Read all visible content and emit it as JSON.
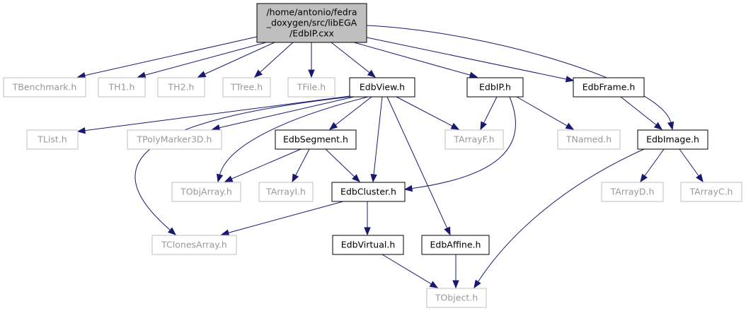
{
  "colors": {
    "edge": "#191970",
    "focus_fill": "#bfbfbf",
    "documented_border": "#000000",
    "documented_text": "#000000",
    "external_border": "#bfbfbf",
    "external_text": "#999999"
  },
  "nodes": [
    {
      "id": "EdbIP_cxx",
      "lines": [
        "/home/antonio/fedra",
        "_doxygen/src/libEGA",
        "/EdbIP.cxx"
      ],
      "kind": "focus"
    },
    {
      "id": "TBenchmark_h",
      "lines": [
        "TBenchmark.h"
      ],
      "kind": "external"
    },
    {
      "id": "TH1_h",
      "lines": [
        "TH1.h"
      ],
      "kind": "external"
    },
    {
      "id": "TH2_h",
      "lines": [
        "TH2.h"
      ],
      "kind": "external"
    },
    {
      "id": "TTree_h",
      "lines": [
        "TTree.h"
      ],
      "kind": "external"
    },
    {
      "id": "TFile_h",
      "lines": [
        "TFile.h"
      ],
      "kind": "external"
    },
    {
      "id": "EdbView_h",
      "lines": [
        "EdbView.h"
      ],
      "kind": "documented"
    },
    {
      "id": "EdbIP_h",
      "lines": [
        "EdbIP.h"
      ],
      "kind": "documented"
    },
    {
      "id": "EdbFrame_h",
      "lines": [
        "EdbFrame.h"
      ],
      "kind": "documented"
    },
    {
      "id": "TList_h",
      "lines": [
        "TList.h"
      ],
      "kind": "external"
    },
    {
      "id": "TPolyMarker3D_h",
      "lines": [
        "TPolyMarker3D.h"
      ],
      "kind": "external"
    },
    {
      "id": "EdbSegment_h",
      "lines": [
        "EdbSegment.h"
      ],
      "kind": "documented"
    },
    {
      "id": "TArrayF_h",
      "lines": [
        "TArrayF.h"
      ],
      "kind": "external"
    },
    {
      "id": "TNamed_h",
      "lines": [
        "TNamed.h"
      ],
      "kind": "external"
    },
    {
      "id": "EdbImage_h",
      "lines": [
        "EdbImage.h"
      ],
      "kind": "documented"
    },
    {
      "id": "TObjArray_h",
      "lines": [
        "TObjArray.h"
      ],
      "kind": "external"
    },
    {
      "id": "TArrayI_h",
      "lines": [
        "TArrayI.h"
      ],
      "kind": "external"
    },
    {
      "id": "EdbCluster_h",
      "lines": [
        "EdbCluster.h"
      ],
      "kind": "documented"
    },
    {
      "id": "TArrayD_h",
      "lines": [
        "TArrayD.h"
      ],
      "kind": "external"
    },
    {
      "id": "TArrayC_h",
      "lines": [
        "TArrayC.h"
      ],
      "kind": "external"
    },
    {
      "id": "TClonesArray_h",
      "lines": [
        "TClonesArray.h"
      ],
      "kind": "external"
    },
    {
      "id": "EdbVirtual_h",
      "lines": [
        "EdbVirtual.h"
      ],
      "kind": "documented"
    },
    {
      "id": "EdbAffine_h",
      "lines": [
        "EdbAffine.h"
      ],
      "kind": "documented"
    },
    {
      "id": "TObject_h",
      "lines": [
        "TObject.h"
      ],
      "kind": "external"
    }
  ],
  "edges": [
    {
      "from": "EdbIP_cxx",
      "to": "TBenchmark_h"
    },
    {
      "from": "EdbIP_cxx",
      "to": "TH1_h"
    },
    {
      "from": "EdbIP_cxx",
      "to": "TH2_h"
    },
    {
      "from": "EdbIP_cxx",
      "to": "TTree_h"
    },
    {
      "from": "EdbIP_cxx",
      "to": "TFile_h"
    },
    {
      "from": "EdbIP_cxx",
      "to": "EdbView_h"
    },
    {
      "from": "EdbIP_cxx",
      "to": "EdbIP_h"
    },
    {
      "from": "EdbIP_cxx",
      "to": "EdbFrame_h"
    },
    {
      "from": "EdbIP_cxx",
      "to": "EdbImage_h"
    },
    {
      "from": "EdbView_h",
      "to": "TList_h"
    },
    {
      "from": "EdbView_h",
      "to": "TPolyMarker3D_h"
    },
    {
      "from": "EdbView_h",
      "to": "EdbSegment_h"
    },
    {
      "from": "EdbView_h",
      "to": "TArrayF_h"
    },
    {
      "from": "EdbView_h",
      "to": "TObjArray_h"
    },
    {
      "from": "EdbView_h",
      "to": "EdbCluster_h"
    },
    {
      "from": "EdbView_h",
      "to": "TClonesArray_h"
    },
    {
      "from": "EdbView_h",
      "to": "EdbAffine_h"
    },
    {
      "from": "EdbIP_h",
      "to": "TArrayF_h"
    },
    {
      "from": "EdbIP_h",
      "to": "TNamed_h"
    },
    {
      "from": "EdbIP_h",
      "to": "EdbCluster_h"
    },
    {
      "from": "EdbFrame_h",
      "to": "EdbImage_h"
    },
    {
      "from": "EdbSegment_h",
      "to": "TObjArray_h"
    },
    {
      "from": "EdbSegment_h",
      "to": "TArrayI_h"
    },
    {
      "from": "EdbSegment_h",
      "to": "EdbCluster_h"
    },
    {
      "from": "EdbImage_h",
      "to": "TArrayD_h"
    },
    {
      "from": "EdbImage_h",
      "to": "TArrayC_h"
    },
    {
      "from": "EdbImage_h",
      "to": "TObject_h"
    },
    {
      "from": "EdbCluster_h",
      "to": "TClonesArray_h"
    },
    {
      "from": "EdbCluster_h",
      "to": "EdbVirtual_h"
    },
    {
      "from": "EdbVirtual_h",
      "to": "TObject_h"
    },
    {
      "from": "EdbAffine_h",
      "to": "TObject_h"
    }
  ]
}
